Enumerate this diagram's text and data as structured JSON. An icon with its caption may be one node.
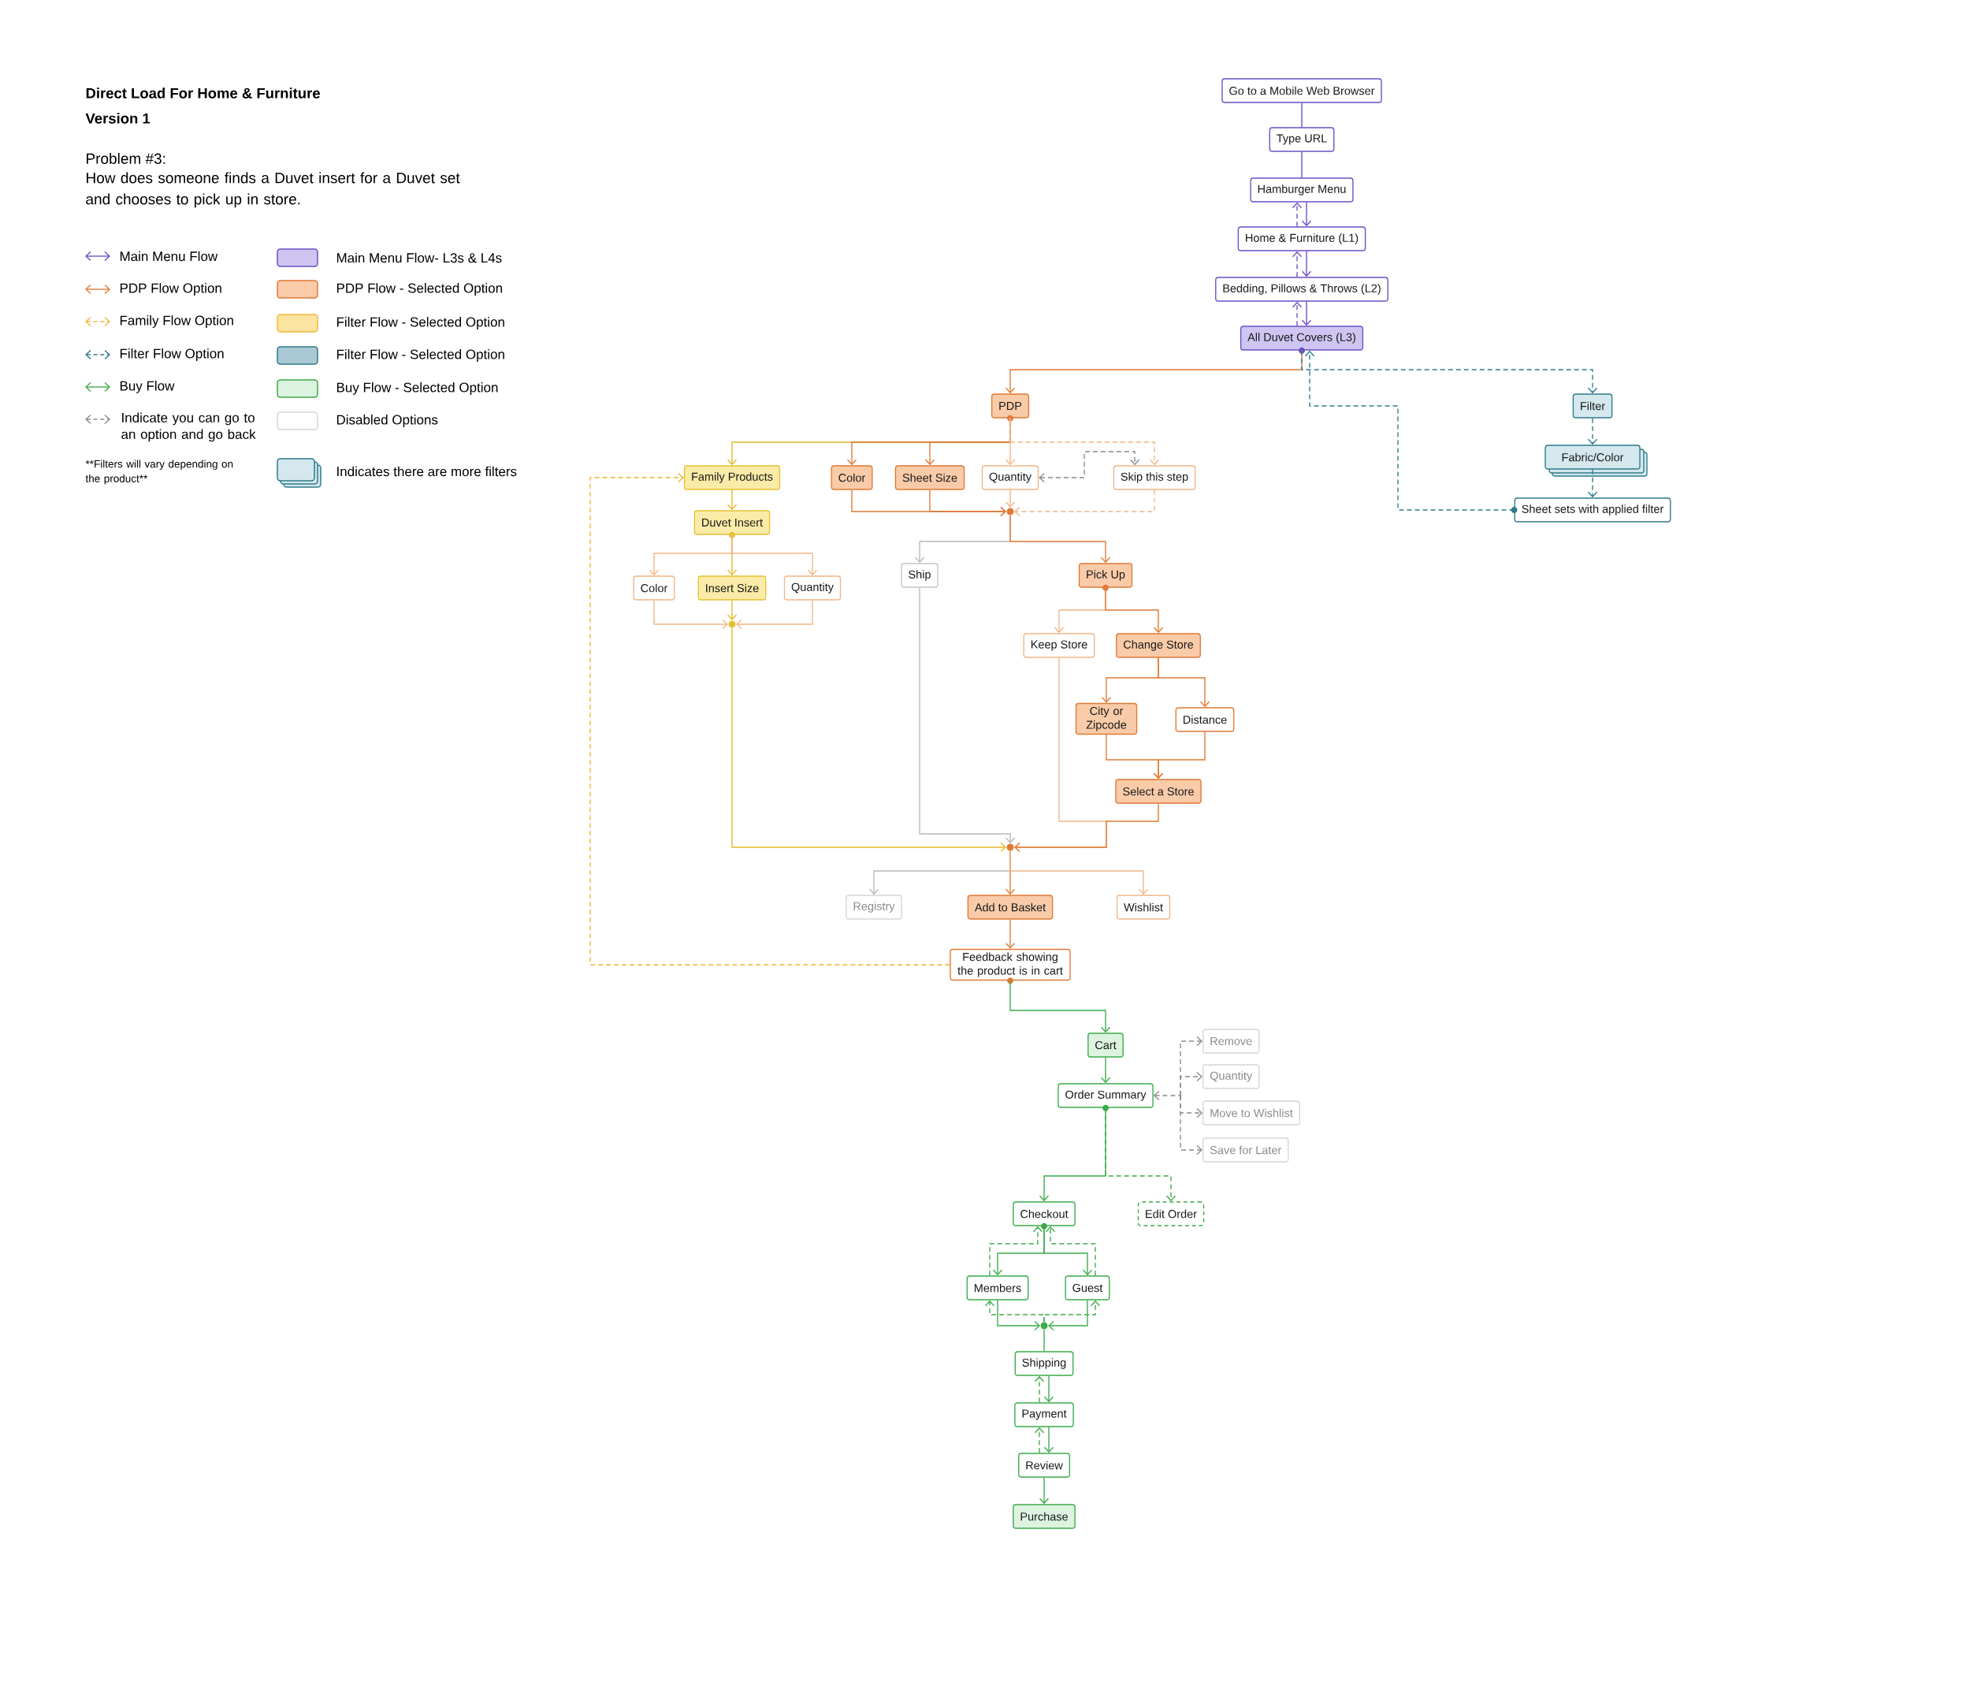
{
  "diagram": {
    "title": "Direct Load For Home & Furniture",
    "nodes": [
      {
        "text": [
          "Go to a Mobile Web Browser"
        ]
      },
      {
        "text": [
          "Type URL"
        ]
      },
      {
        "text": [
          "Hamburger Menu"
        ]
      },
      {
        "text": [
          "Home & Furniture (L1)"
        ]
      },
      {
        "text": [
          "Bedding, Pillows & Throws (L2)"
        ]
      },
      {
        "text": [
          "All Duvet Covers (L3)"
        ]
      },
      {
        "text": [
          "PDP"
        ]
      },
      {
        "text": [
          "Filter"
        ]
      },
      {
        "text": [
          "Fabric/Color"
        ]
      },
      {
        "text": [
          "Sheet sets with applied filter"
        ]
      },
      {
        "text": [
          "Family Products"
        ]
      },
      {
        "text": [
          "Color"
        ]
      },
      {
        "text": [
          "Sheet Size"
        ]
      },
      {
        "text": [
          "Quantity"
        ]
      },
      {
        "text": [
          "Skip this step"
        ]
      },
      {
        "text": [
          "Duvet Insert"
        ]
      },
      {
        "text": [],
        "shape": "circle"
      },
      {
        "text": [
          "Color"
        ]
      },
      {
        "text": [
          "Insert Size"
        ]
      },
      {
        "text": [
          "Quantity"
        ]
      },
      {
        "text": [
          "Ship"
        ]
      },
      {
        "text": [
          "Pick Up"
        ]
      },
      {
        "text": [],
        "shape": "circle"
      },
      {
        "text": [
          "Keep Store"
        ]
      },
      {
        "text": [
          "Change Store"
        ]
      },
      {
        "text": [
          "City or Zipcode"
        ]
      },
      {
        "text": [
          "Distance"
        ]
      },
      {
        "text": [
          "Select a Store"
        ]
      },
      {
        "text": [],
        "shape": "circle"
      },
      {
        "text": [
          "Registry"
        ]
      },
      {
        "text": [
          "Add to Basket"
        ]
      },
      {
        "text": [
          "Wishlist"
        ]
      },
      {
        "text": [
          "Feedback showing the product is in cart"
        ]
      },
      {
        "text": [
          "Cart"
        ]
      },
      {
        "text": [
          "Remove"
        ]
      },
      {
        "text": [
          "Order Summary"
        ]
      },
      {
        "text": [
          "Quantity"
        ]
      },
      {
        "text": [
          "Move to Wishlist"
        ]
      },
      {
        "text": [
          "Save for Later"
        ]
      },
      {
        "text": [
          "Checkout"
        ]
      },
      {
        "text": [
          "Edit Order"
        ]
      },
      {
        "text": [
          "Members"
        ]
      },
      {
        "text": [
          "Guest"
        ]
      },
      {
        "text": [],
        "shape": "circle"
      },
      {
        "text": [
          "Shipping"
        ]
      },
      {
        "text": [
          "Payment"
        ]
      },
      {
        "text": [
          "Review"
        ]
      },
      {
        "text": [
          "Purchase"
        ]
      }
    ],
    "edges": [
      {
        "from": 0,
        "to": 1,
        "arrow": "none",
        "color": "#6b4fc8"
      },
      {
        "from": 1,
        "to": 2,
        "arrow": "none",
        "color": "#6b4fc8"
      },
      {
        "from": 2,
        "to": 3,
        "arrow": "to",
        "color": "#6b4fc8"
      },
      {
        "from": 3,
        "to": 2,
        "arrow": "to",
        "style": "dashed",
        "color": "#6b4fc8"
      },
      {
        "from": 3,
        "to": 4,
        "arrow": "to",
        "color": "#6b4fc8"
      },
      {
        "from": 4,
        "to": 3,
        "arrow": "to",
        "style": "dashed",
        "color": "#6b4fc8"
      },
      {
        "from": 4,
        "to": 5,
        "arrow": "to",
        "color": "#6b4fc8"
      },
      {
        "from": 5,
        "to": 4,
        "arrow": "to",
        "style": "dashed",
        "color": "#6b4fc8"
      },
      {
        "from": 5,
        "to": 6,
        "arrow": "to",
        "color": "#e07a35"
      },
      {
        "from": 5,
        "to": 7,
        "arrow": "to",
        "style": "dashed",
        "color": "#2e7b8a"
      },
      {
        "from": 7,
        "to": 8,
        "arrow": "to",
        "style": "dashed",
        "color": "#2e7b8a"
      },
      {
        "from": 8,
        "to": 9,
        "arrow": "to",
        "style": "dashed",
        "color": "#2e7b8a"
      },
      {
        "from": 9,
        "to": 5,
        "arrow": "to",
        "style": "dashed",
        "color": "#2e7b8a"
      },
      {
        "from": 6,
        "to": 10,
        "arrow": "to",
        "color": "#e5b82a"
      },
      {
        "from": 6,
        "to": 11,
        "arrow": "to",
        "color": "#e07a35"
      },
      {
        "from": 6,
        "to": 12,
        "arrow": "to",
        "color": "#e07a35"
      },
      {
        "from": 6,
        "to": 13,
        "arrow": "to",
        "color": "#f2b585"
      },
      {
        "from": 6,
        "to": 14,
        "arrow": "to",
        "style": "dashed",
        "color": "#f2b585"
      },
      {
        "from": 13,
        "to": 14,
        "arrow": "both",
        "style": "dashed",
        "color": "#8a8a8a"
      },
      {
        "from": 10,
        "to": 15,
        "arrow": "to",
        "color": "#e5b82a"
      },
      {
        "from": 11,
        "to": 16,
        "arrow": "to",
        "color": "#e07a35"
      },
      {
        "from": 12,
        "to": 16,
        "arrow": "to",
        "color": "#e07a35"
      },
      {
        "from": 13,
        "to": 16,
        "arrow": "to",
        "color": "#f2b585"
      },
      {
        "from": 14,
        "to": 16,
        "arrow": "to",
        "style": "dashed",
        "color": "#f2b585"
      },
      {
        "from": 15,
        "to": 17,
        "arrow": "to",
        "color": "#f2b585"
      },
      {
        "from": 15,
        "to": 18,
        "arrow": "to",
        "color": "#e5b82a"
      },
      {
        "from": 15,
        "to": 19,
        "arrow": "to",
        "color": "#f2b585"
      },
      {
        "from": 17,
        "to": 22,
        "arrow": "to",
        "color": "#f2b585"
      },
      {
        "from": 18,
        "to": 22,
        "arrow": "to",
        "color": "#e5b82a"
      },
      {
        "from": 19,
        "to": 22,
        "arrow": "to",
        "color": "#f2b585"
      },
      {
        "from": 16,
        "to": 20,
        "arrow": "to",
        "color": "#b8b8b8"
      },
      {
        "from": 16,
        "to": 21,
        "arrow": "to",
        "color": "#e07a35"
      },
      {
        "from": 22,
        "to": 28,
        "arrow": "to",
        "color": "#e5b82a"
      },
      {
        "from": 20,
        "to": 28,
        "arrow": "to",
        "color": "#b8b8b8"
      },
      {
        "from": 21,
        "to": 23,
        "arrow": "to",
        "color": "#f2b585"
      },
      {
        "from": 21,
        "to": 24,
        "arrow": "to",
        "color": "#e07a35"
      },
      {
        "from": 24,
        "to": 25,
        "arrow": "to",
        "color": "#e07a35"
      },
      {
        "from": 24,
        "to": 26,
        "arrow": "to",
        "color": "#e07a35"
      },
      {
        "from": 25,
        "to": 27,
        "arrow": "to",
        "color": "#e07a35"
      },
      {
        "from": 26,
        "to": 27,
        "arrow": "to",
        "color": "#e07a35"
      },
      {
        "from": 23,
        "to": 28,
        "arrow": "to",
        "color": "#f2b585"
      },
      {
        "from": 27,
        "to": 28,
        "arrow": "to",
        "color": "#e07a35"
      },
      {
        "from": 28,
        "to": 29,
        "arrow": "to",
        "color": "#b8b8b8"
      },
      {
        "from": 28,
        "to": 30,
        "arrow": "to",
        "color": "#e07a35"
      },
      {
        "from": 28,
        "to": 31,
        "arrow": "to",
        "color": "#f2b585"
      },
      {
        "from": 30,
        "to": 32,
        "arrow": "to",
        "color": "#e07a35"
      },
      {
        "from": 32,
        "to": 10,
        "arrow": "to",
        "style": "dashed",
        "color": "#e5b82a"
      },
      {
        "from": 32,
        "to": 33,
        "arrow": "to",
        "color": "#3daa4b"
      },
      {
        "from": 33,
        "to": 35,
        "arrow": "to",
        "color": "#3daa4b"
      },
      {
        "from": 35,
        "to": 34,
        "arrow": "both",
        "style": "dashed",
        "color": "#8a8a8a"
      },
      {
        "from": 35,
        "to": 36,
        "arrow": "both",
        "style": "dashed",
        "color": "#8a8a8a"
      },
      {
        "from": 35,
        "to": 37,
        "arrow": "both",
        "style": "dashed",
        "color": "#8a8a8a"
      },
      {
        "from": 35,
        "to": 38,
        "arrow": "both",
        "style": "dashed",
        "color": "#8a8a8a"
      },
      {
        "from": 35,
        "to": 39,
        "arrow": "to",
        "color": "#3daa4b"
      },
      {
        "from": 35,
        "to": 40,
        "arrow": "to",
        "style": "dashed",
        "color": "#3daa4b"
      },
      {
        "from": 39,
        "to": 41,
        "arrow": "to",
        "color": "#3daa4b"
      },
      {
        "from": 39,
        "to": 42,
        "arrow": "to",
        "color": "#3daa4b"
      },
      {
        "from": 41,
        "to": 39,
        "arrow": "to",
        "style": "dashed",
        "color": "#3daa4b"
      },
      {
        "from": 42,
        "to": 39,
        "arrow": "to",
        "style": "dashed",
        "color": "#3daa4b"
      },
      {
        "from": 41,
        "to": 43,
        "arrow": "to",
        "color": "#3daa4b"
      },
      {
        "from": 42,
        "to": 43,
        "arrow": "to",
        "color": "#3daa4b"
      },
      {
        "from": 43,
        "to": 41,
        "arrow": "to",
        "style": "dashed",
        "color": "#3daa4b"
      },
      {
        "from": 43,
        "to": 42,
        "arrow": "to",
        "style": "dashed",
        "color": "#3daa4b"
      },
      {
        "from": 43,
        "to": 44,
        "arrow": "none",
        "color": "#3daa4b"
      },
      {
        "from": 44,
        "to": 45,
        "arrow": "to",
        "color": "#3daa4b"
      },
      {
        "from": 45,
        "to": 44,
        "arrow": "to",
        "style": "dashed",
        "color": "#3daa4b"
      },
      {
        "from": 45,
        "to": 46,
        "arrow": "to",
        "color": "#3daa4b"
      },
      {
        "from": 46,
        "to": 45,
        "arrow": "to",
        "style": "dashed",
        "color": "#3daa4b"
      },
      {
        "from": 46,
        "to": 47,
        "arrow": "to",
        "color": "#3daa4b"
      }
    ],
    "labels": [
      "Version 1",
      "Problem #3:",
      "How does someone finds a Duvet insert for a Duvet set and chooses to pick up in store.",
      "**Filters will vary depending on the product**"
    ],
    "legend": [
      {
        "text": "Main Menu Flow"
      },
      {
        "text": "PDP Flow Option"
      },
      {
        "text": "Family Flow Option"
      },
      {
        "text": "Filter Flow Option"
      },
      {
        "text": "Buy Flow"
      },
      {
        "text": "Indicate you can go to an option and go back"
      },
      {
        "text": "Main Menu Flow- L3s & L4s",
        "color": "#cfc5f2"
      },
      {
        "text": "PDP Flow - Selected Option",
        "color": "#f9cba8"
      },
      {
        "text": "Filter Flow - Selected Option",
        "color": "#fbe3a0"
      },
      {
        "text": "Filter Flow - Selected Option",
        "color": "#a9c8d3"
      },
      {
        "text": "Buy Flow - Selected Option",
        "color": "#dcf3df"
      },
      {
        "text": "Disabled Options"
      },
      {
        "text": "Indicates there are more filters"
      }
    ]
  }
}
